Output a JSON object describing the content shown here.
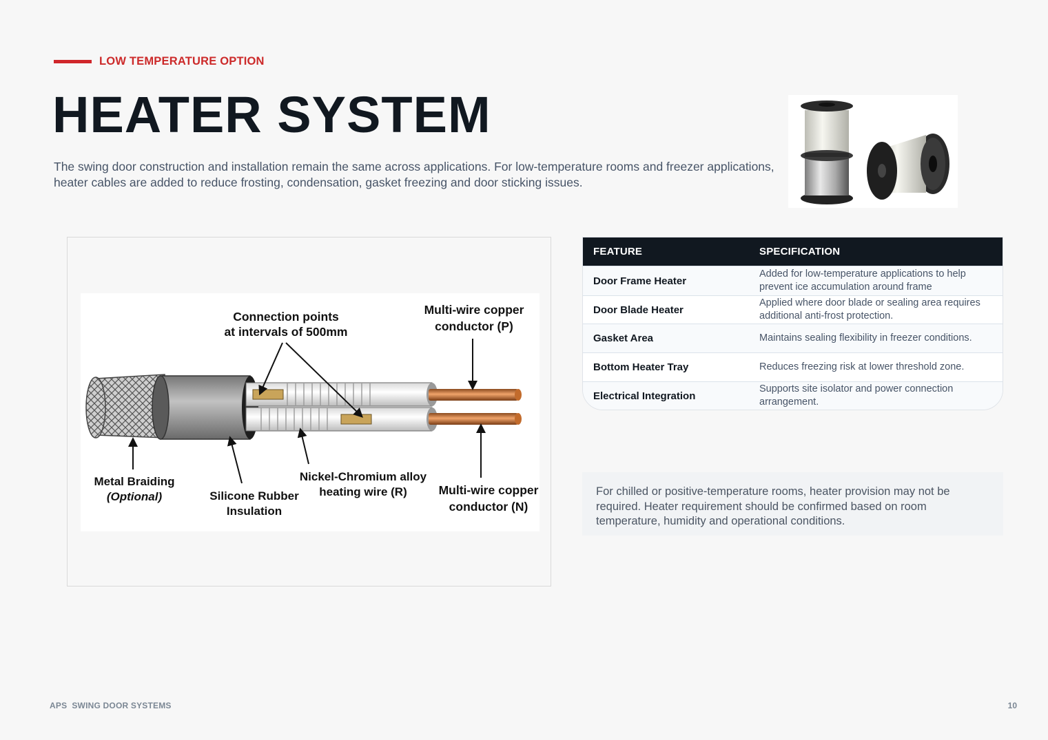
{
  "header": {
    "eyebrow": "LOW TEMPERATURE OPTION",
    "title": "HEATER SYSTEM",
    "intro": "The swing door construction and installation remain the same across applications. For low-temperature rooms and freezer applications, heater cables are added to reduce frosting, condensation, gasket freezing and door sticking issues."
  },
  "diagram": {
    "labels": {
      "connection_line1": "Connection points",
      "connection_line2": "at intervals of 500mm",
      "copper_p_line1": "Multi-wire copper",
      "copper_p_line2": "conductor (P)",
      "braiding_line1": "Metal Braiding",
      "braiding_line2": "(Optional)",
      "silicone_line1": "Silicone Rubber",
      "silicone_line2": "Insulation",
      "nichrome_line1": "Nickel-Chromium alloy",
      "nichrome_line2": "heating wire (R)",
      "copper_n_line1": "Multi-wire copper",
      "copper_n_line2": "conductor (N)"
    }
  },
  "table": {
    "headers": [
      "FEATURE",
      "SPECIFICATION"
    ],
    "rows": [
      {
        "feature": "Door Frame Heater",
        "spec": "Added for low-temperature applications to help prevent ice accumulation around frame"
      },
      {
        "feature": "Door Blade Heater",
        "spec": "Applied where door blade or sealing area requires additional anti-frost protection."
      },
      {
        "feature": "Gasket Area",
        "spec": "Maintains sealing flexibility in freezer conditions."
      },
      {
        "feature": "Bottom Heater Tray",
        "spec": "Reduces freezing risk at lower threshold zone."
      },
      {
        "feature": "Electrical Integration",
        "spec": "Supports site isolator and power connection arrangement."
      }
    ]
  },
  "note": "For chilled or positive-temperature rooms, heater provision may not be required. Heater requirement should be confirmed based on room temperature, humidity and operational conditions.",
  "footer": {
    "left": "APS  SWING DOOR SYSTEMS",
    "page": "10"
  },
  "colors": {
    "accent": "#d0262b",
    "dark": "#111820",
    "muted": "#475467"
  }
}
